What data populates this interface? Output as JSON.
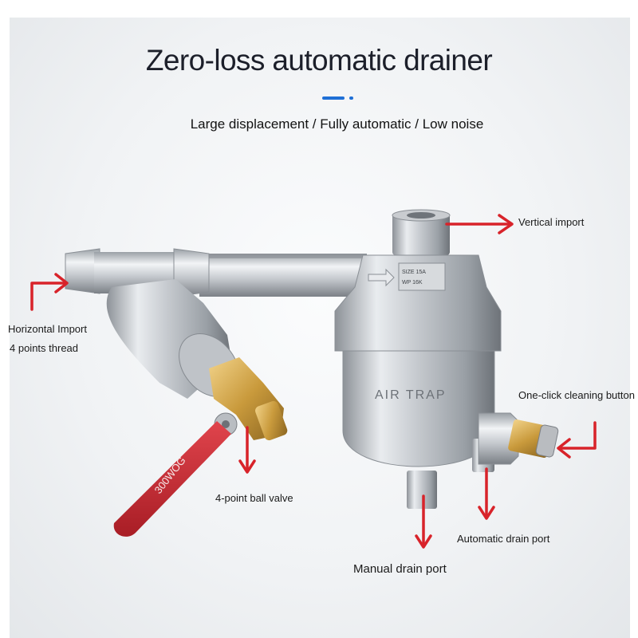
{
  "header": {
    "title": "Zero-loss automatic drainer",
    "subtitle": "Large displacement / Fully automatic / Low noise"
  },
  "callouts": {
    "vertical_import": "Vertical import",
    "horizontal_import": "Horizontal Import",
    "thread": "4 points thread",
    "cleaning_button": "One-click cleaning button",
    "ball_valve": "4-point ball valve",
    "automatic_drain": "Automatic drain port",
    "manual_drain": "Manual drain port"
  },
  "product_markings": {
    "trap_body": "AIR TRAP",
    "valve_handle": "300WOG",
    "nameplate_line1": "SIZE 15A",
    "nameplate_line2": "WP 16K"
  },
  "colors": {
    "accent": "#1f6fd6",
    "arrow": "#d8232a",
    "handle": "#c8242e",
    "brass": "#c99a3c"
  }
}
